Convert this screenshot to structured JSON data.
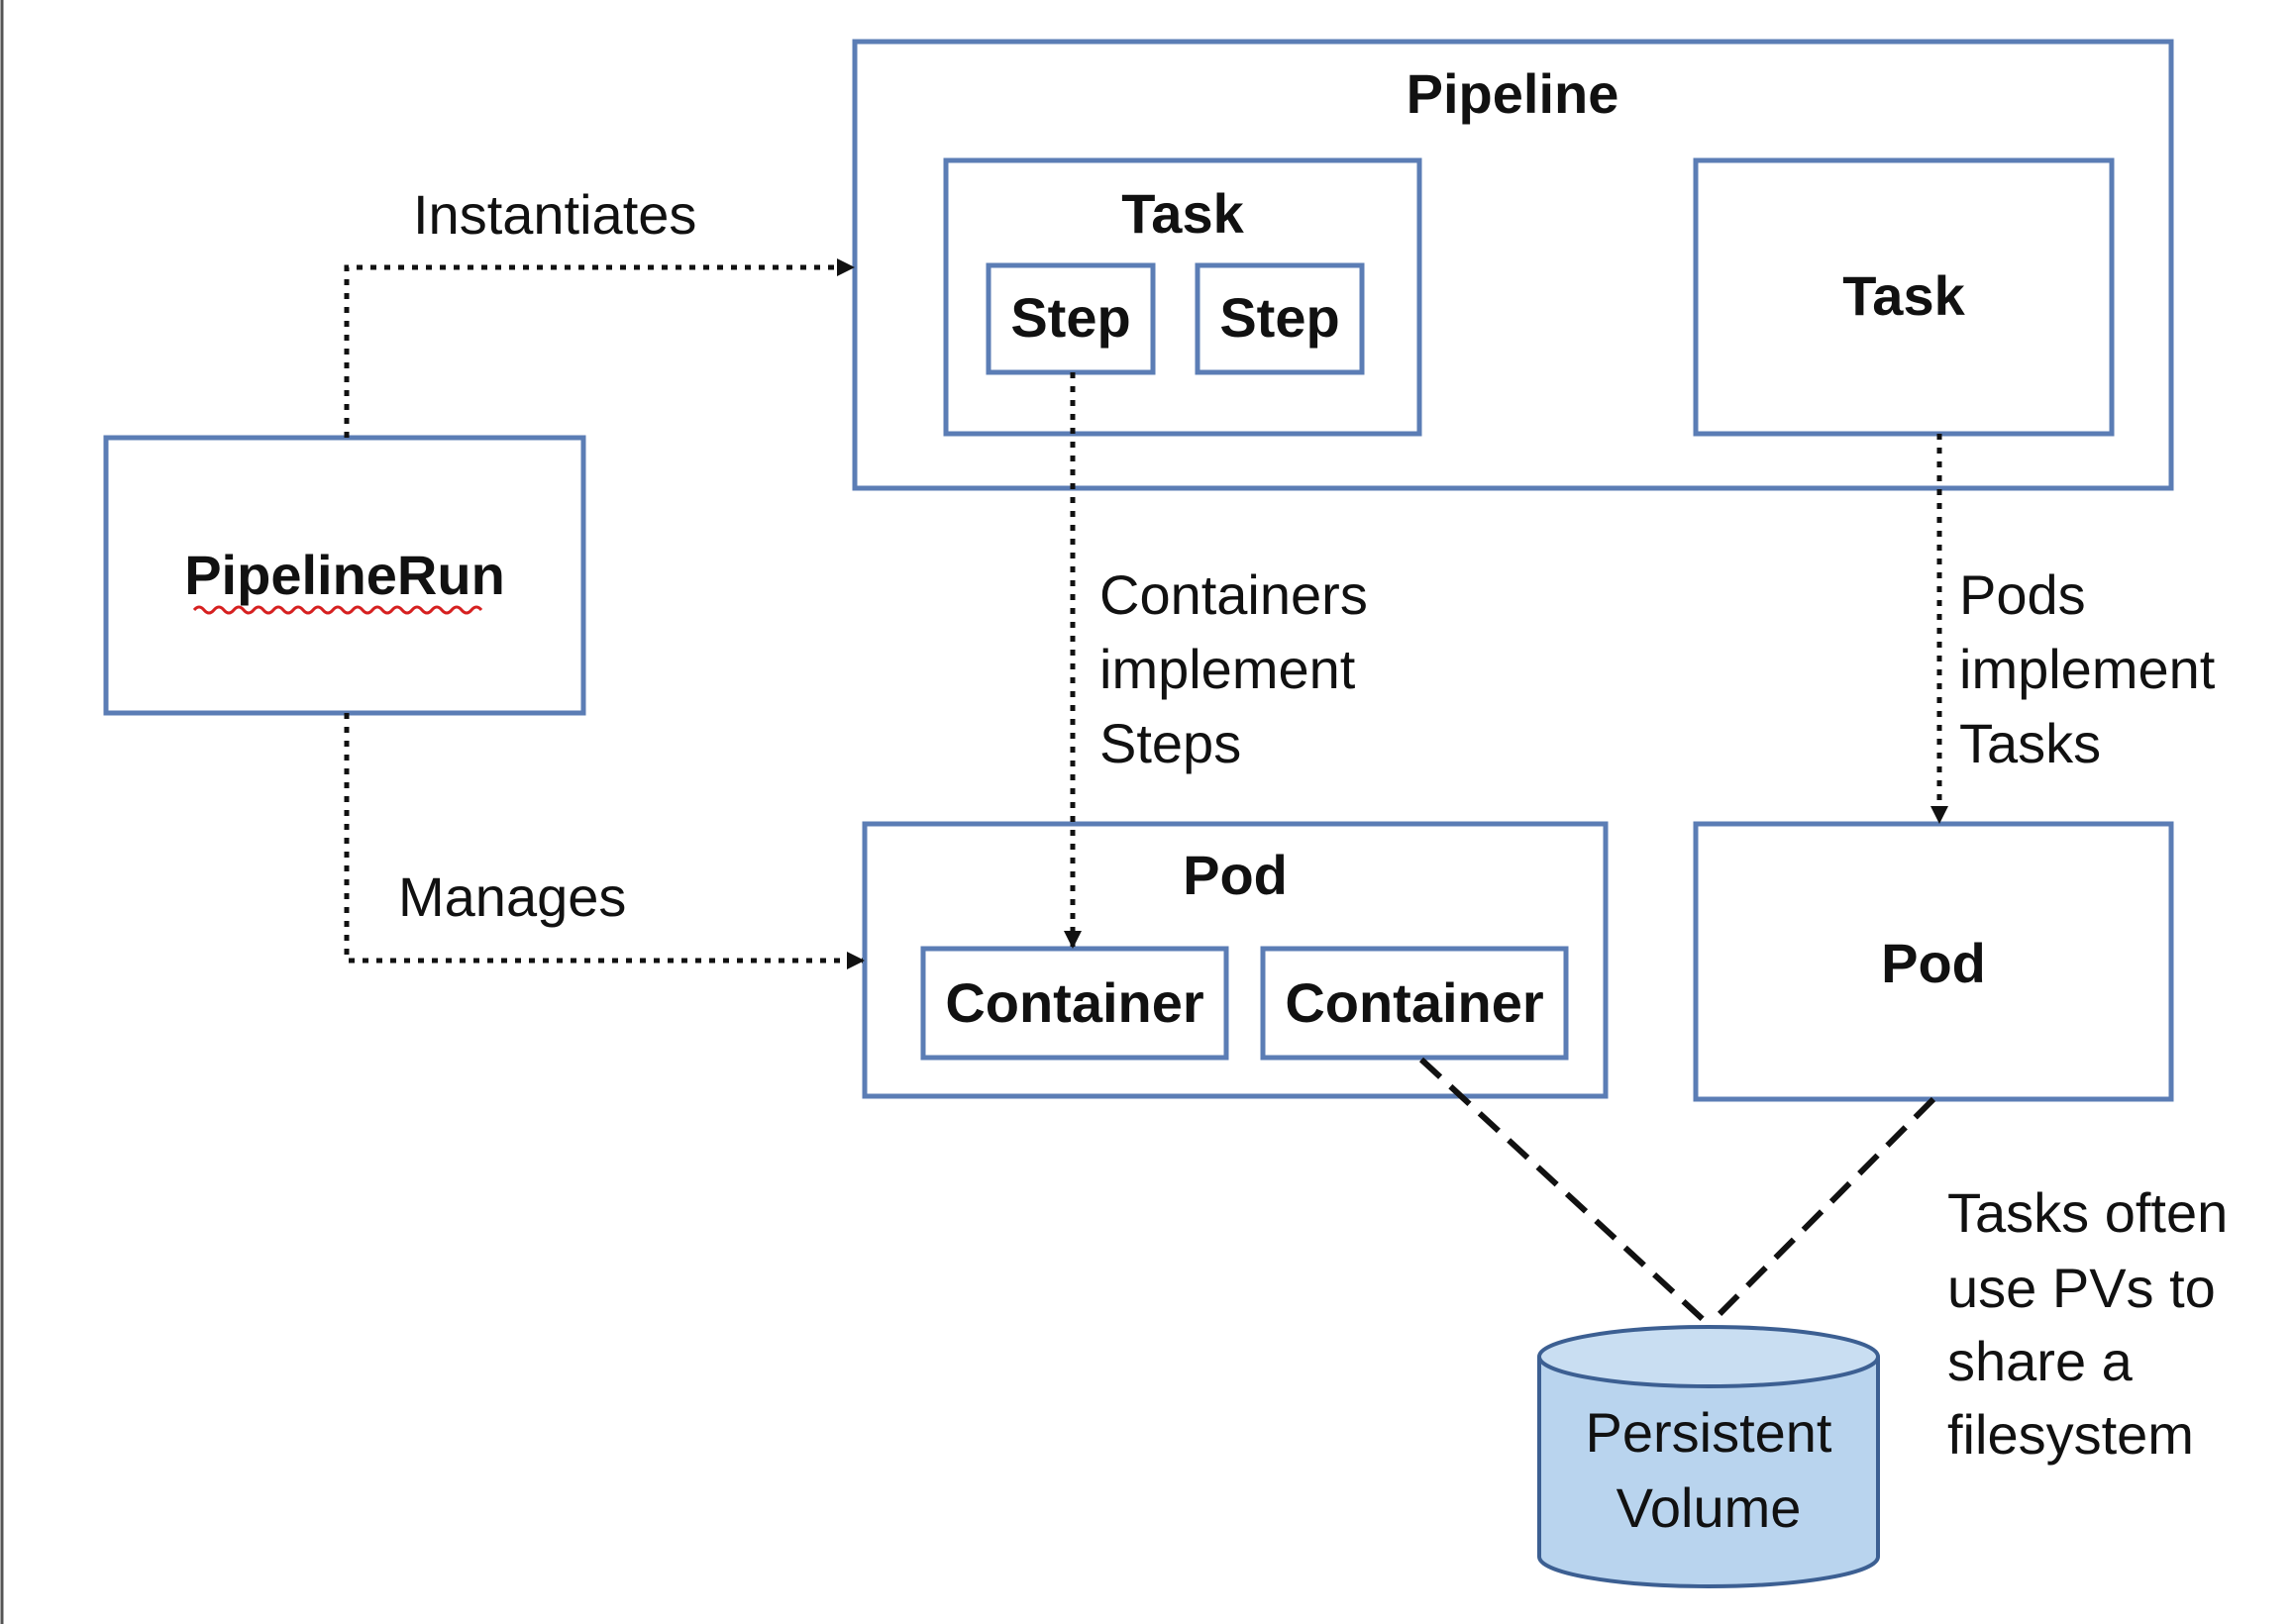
{
  "colors": {
    "box_border": "#5b7db5",
    "volume_fill": "#b9d4ee",
    "volume_stroke": "#3c5f92",
    "line": "#111111",
    "spellcheck": "#d62020"
  },
  "pipeline": {
    "title": "Pipeline",
    "task_a": {
      "title": "Task",
      "steps": [
        "Step",
        "Step"
      ]
    },
    "task_b": {
      "title": "Task"
    }
  },
  "pipelinerun": {
    "title": "PipelineRun"
  },
  "pod_a": {
    "title": "Pod",
    "containers": [
      "Container",
      "Container"
    ]
  },
  "pod_b": {
    "title": "Pod"
  },
  "volume": {
    "lines": [
      "Persistent",
      "Volume"
    ]
  },
  "edges": {
    "instantiates": "Instantiates",
    "manages": "Manages",
    "containers_steps": [
      "Containers",
      "implement",
      "Steps"
    ],
    "pods_tasks": [
      "Pods",
      "implement",
      "Tasks"
    ],
    "pv_note": [
      "Tasks often",
      "use PVs to",
      "share a",
      "filesystem"
    ]
  }
}
